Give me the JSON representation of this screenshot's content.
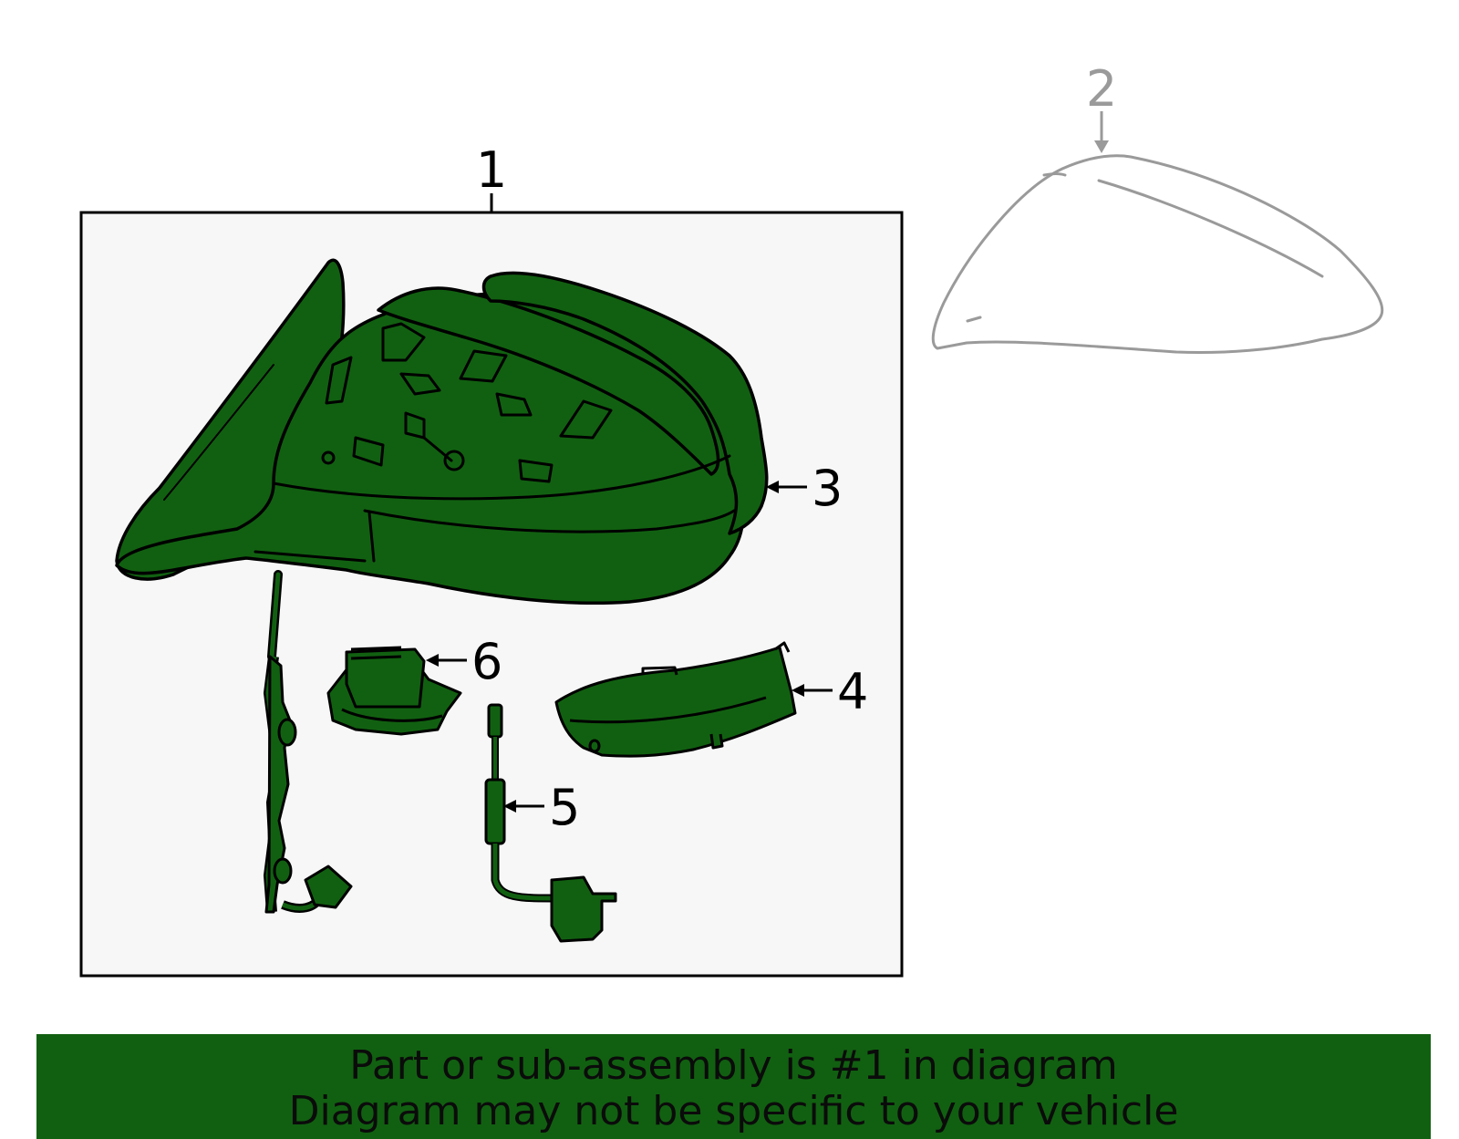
{
  "callouts": {
    "c1": "1",
    "c2": "2",
    "c3": "3",
    "c4": "4",
    "c5": "5",
    "c6": "6"
  },
  "banner": {
    "line1": "Part or sub-assembly is #1 in diagram",
    "line2": "Diagram may not be specific to your vehicle"
  },
  "colors": {
    "part_fill": "#116011",
    "outline": "#000000",
    "panel_bg": "#f7f7f7",
    "ghost_part": "#9a9a9a",
    "banner_bg": "#116011"
  }
}
